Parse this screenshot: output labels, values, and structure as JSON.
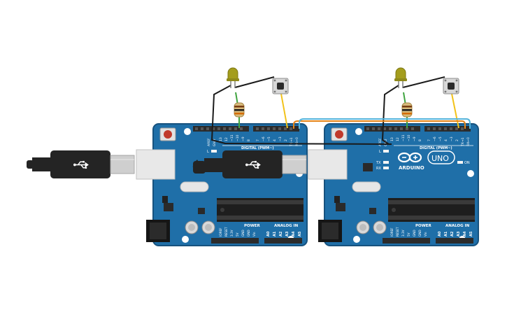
{
  "colors": {
    "board": "#1f6fa8",
    "board_edge": "#17527e",
    "header": "#2b2b2b",
    "chip": "#1e1e1e",
    "usb_metal": "#c9c9c9",
    "cable": "#242424",
    "led": "#a49d1c",
    "wire_black": "#1a1a1a",
    "wire_yellow": "#f2c21a",
    "wire_green": "#3fa33f",
    "wire_orange": "#e48418",
    "wire_blue": "#56b4da",
    "reset_button": "#c0392b"
  },
  "icons": {
    "usb": "usb-symbol-icon",
    "infinity_logo": "arduino-infinity-icon"
  },
  "boards": [
    {
      "digital_label": "DIGITAL (PWM~)",
      "power_label": "POWER",
      "analog_label": "ANALOG IN",
      "logo_text": "",
      "model_text": "",
      "on_label": "",
      "tx_label": "",
      "rx_label": "",
      "l_label": "L",
      "aref_label": "AREF",
      "gnd_label": "GND",
      "digital_pins": [
        "13",
        "12",
        "~11",
        "~10",
        "~9",
        "8",
        "7",
        "~6",
        "~5",
        "4",
        "~3",
        "2",
        "TX→1",
        "RX←0"
      ],
      "power_pins": [
        "IOREF",
        "RESET",
        "3.3V",
        "5V",
        "GND",
        "GND",
        "Vin"
      ],
      "analog_pins": [
        "A0",
        "A1",
        "A2",
        "A3",
        "A4",
        "A5"
      ]
    },
    {
      "digital_label": "DIGITAL (PWM~)",
      "power_label": "POWER",
      "analog_label": "ANALOG IN",
      "logo_text": "ARDUINO",
      "model_text": "UNO",
      "on_label": "ON",
      "tx_label": "TX",
      "rx_label": "RX",
      "l_label": "L",
      "aref_label": "AREF",
      "gnd_label": "GND",
      "digital_pins": [
        "13",
        "12",
        "~11",
        "~10",
        "~9",
        "8",
        "7",
        "~6",
        "~5",
        "4",
        "~3",
        "2",
        "TX→1",
        "RX←0"
      ],
      "power_pins": [
        "IOREF",
        "RESET",
        "3.3V",
        "5V",
        "GND",
        "GND",
        "Vin"
      ],
      "analog_pins": [
        "A0",
        "A1",
        "A2",
        "A3",
        "A4",
        "A5"
      ]
    }
  ]
}
